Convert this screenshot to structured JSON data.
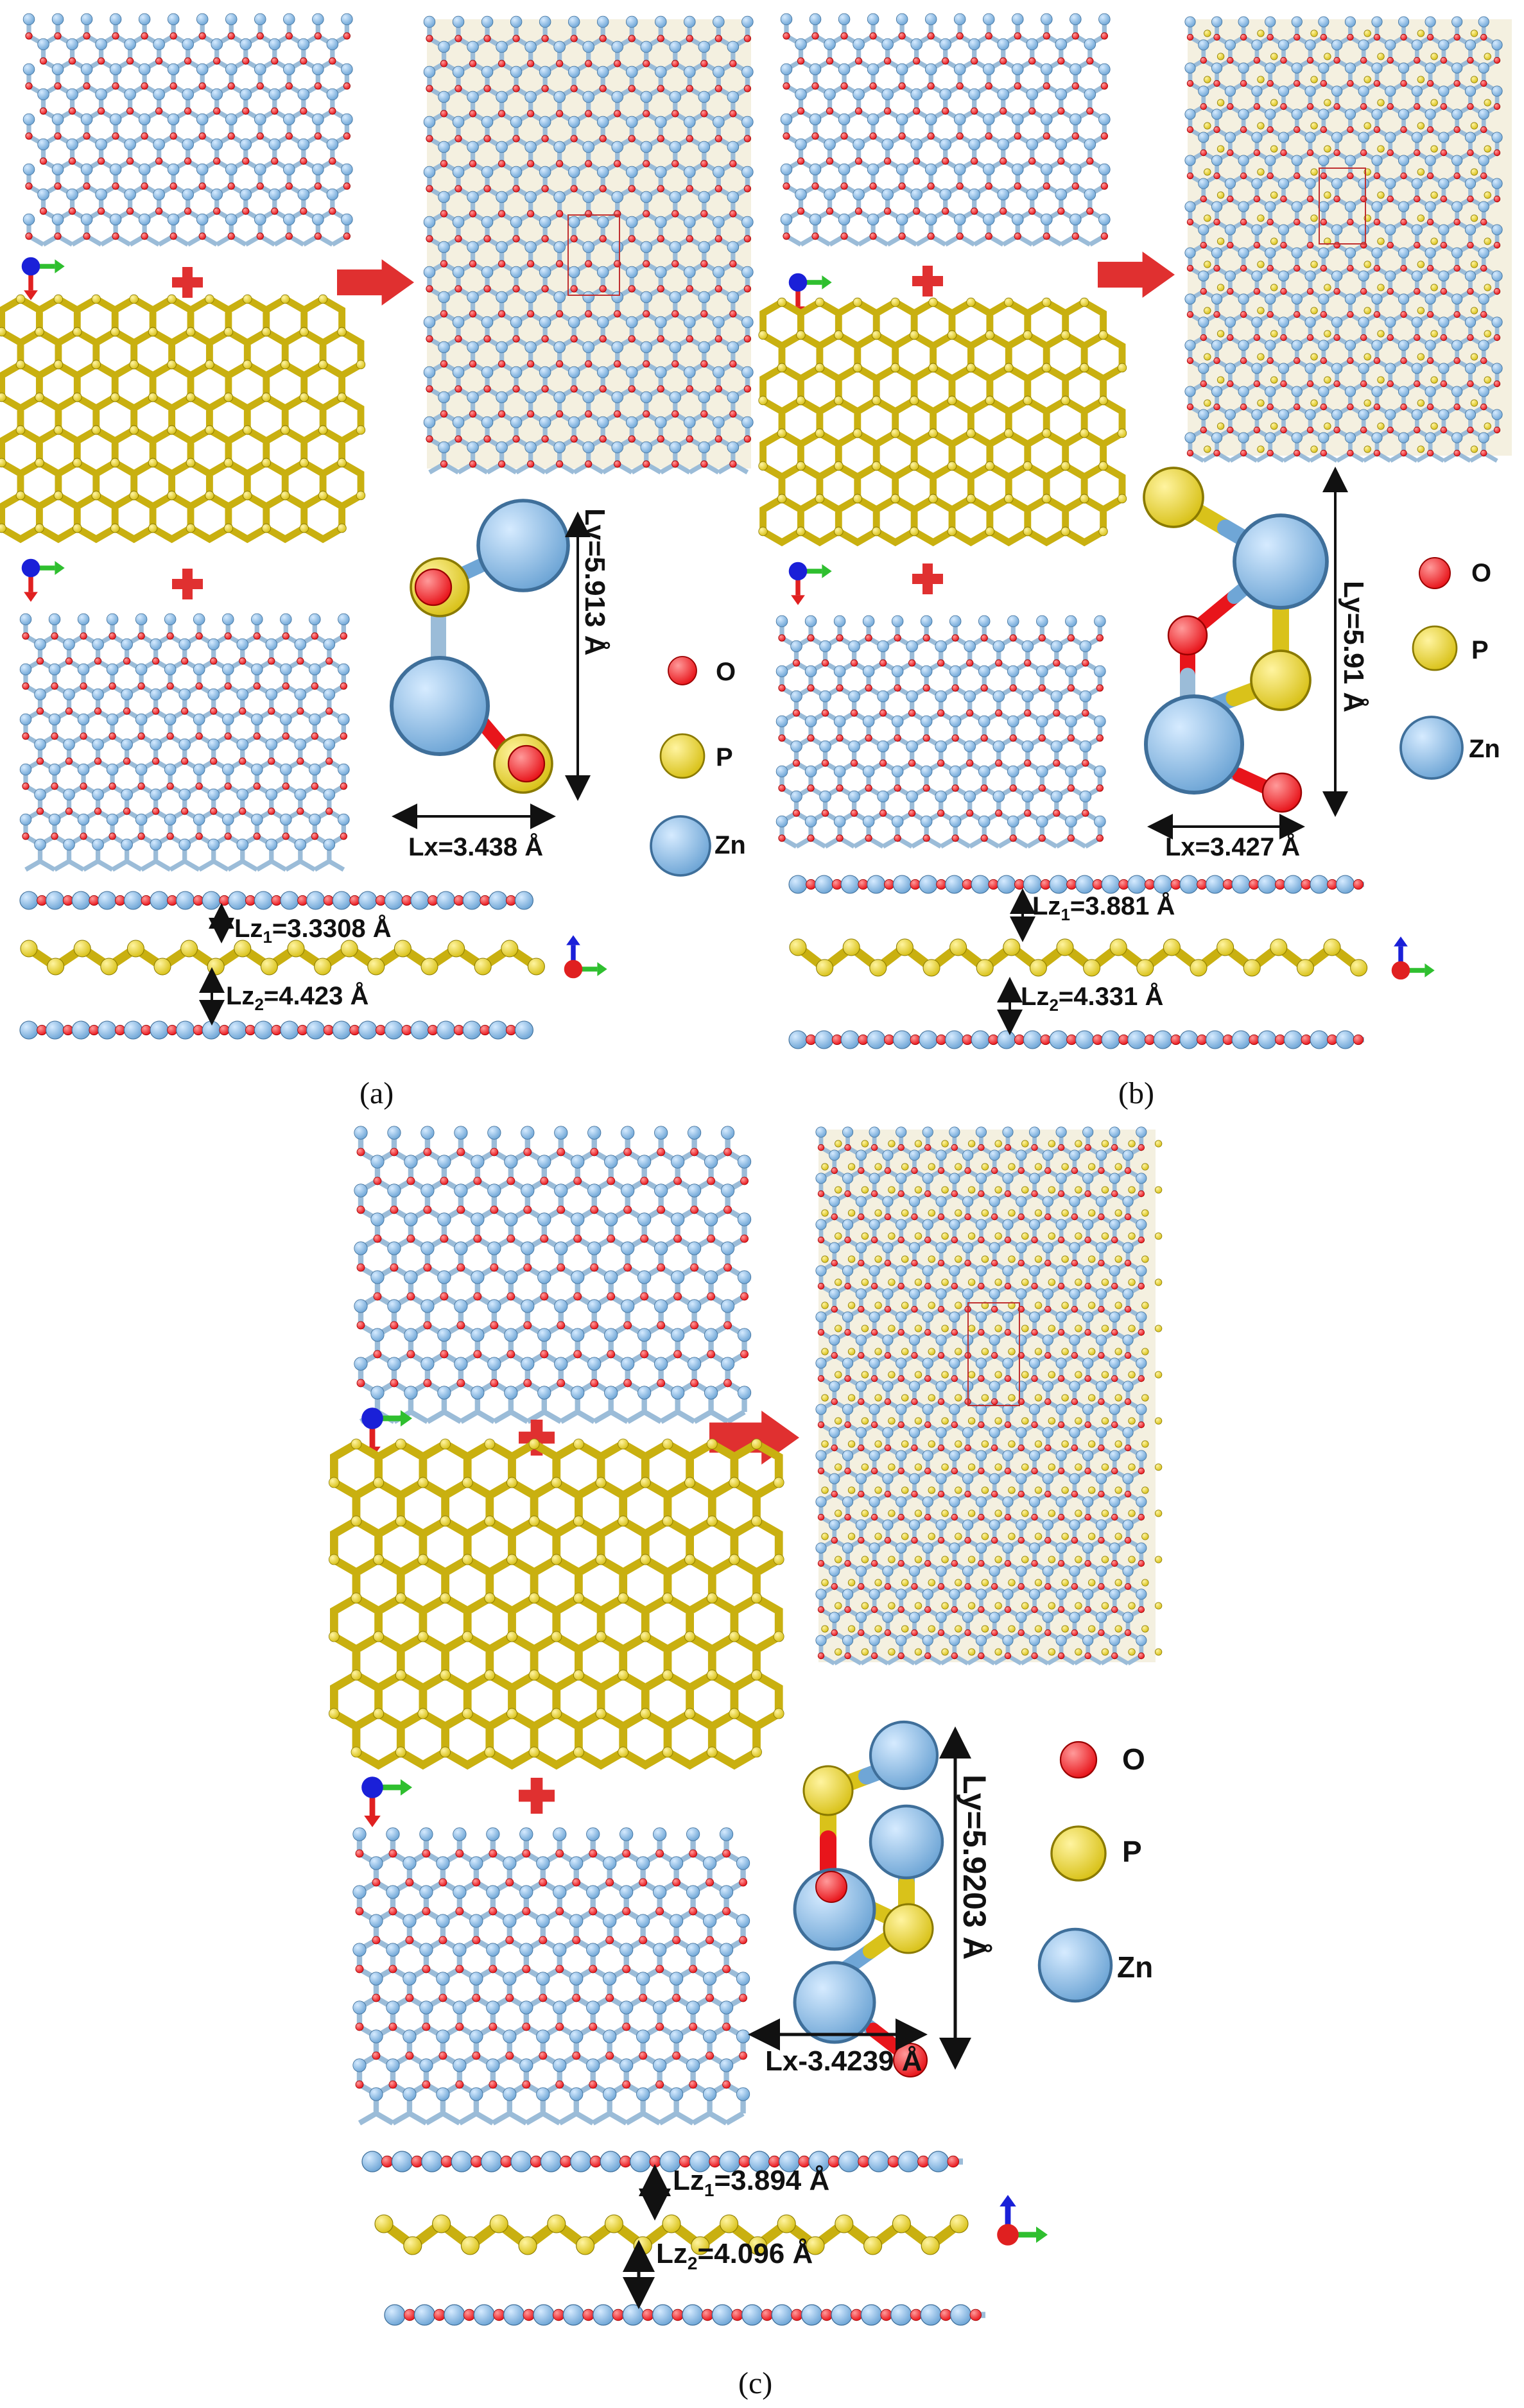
{
  "colors": {
    "oxygen": "#e8151b",
    "phosphorus": "#d9c21a",
    "zinc": "#6fa6d6",
    "bond": "#9bbcd8",
    "arrow": "#e03030",
    "axis_x": "#2fbf2f",
    "axis_y": "#e02020",
    "axis_z": "#1a20d8"
  },
  "legend": {
    "o": "O",
    "p": "P",
    "zn": "Zn"
  },
  "panels": {
    "a": {
      "label": "(a)",
      "ly": "Ly=5.913 Å",
      "lx": "Lx=3.438 Å",
      "lz1_pre": "Lz",
      "lz1_sub": "1",
      "lz1_val": "=3.3308 Å",
      "lz2_pre": "Lz",
      "lz2_sub": "2",
      "lz2_val": "=4.423 Å"
    },
    "b": {
      "label": "(b)",
      "ly": "Ly=5.91 Å",
      "lx": "Lx=3.427 Å",
      "lz1_pre": "Lz",
      "lz1_sub": "1",
      "lz1_val": "=3.881 Å",
      "lz2_pre": "Lz",
      "lz2_sub": "2",
      "lz2_val": "=4.331 Å"
    },
    "c": {
      "label": "(c)",
      "ly": "Ly=5.9203 Å",
      "lx": "Lx-3.4239 Å",
      "lz1_pre": "Lz",
      "lz1_sub": "1",
      "lz1_val": "=3.894 Å",
      "lz2_pre": "Lz",
      "lz2_sub": "2",
      "lz2_val": "=4.096 Å"
    }
  }
}
